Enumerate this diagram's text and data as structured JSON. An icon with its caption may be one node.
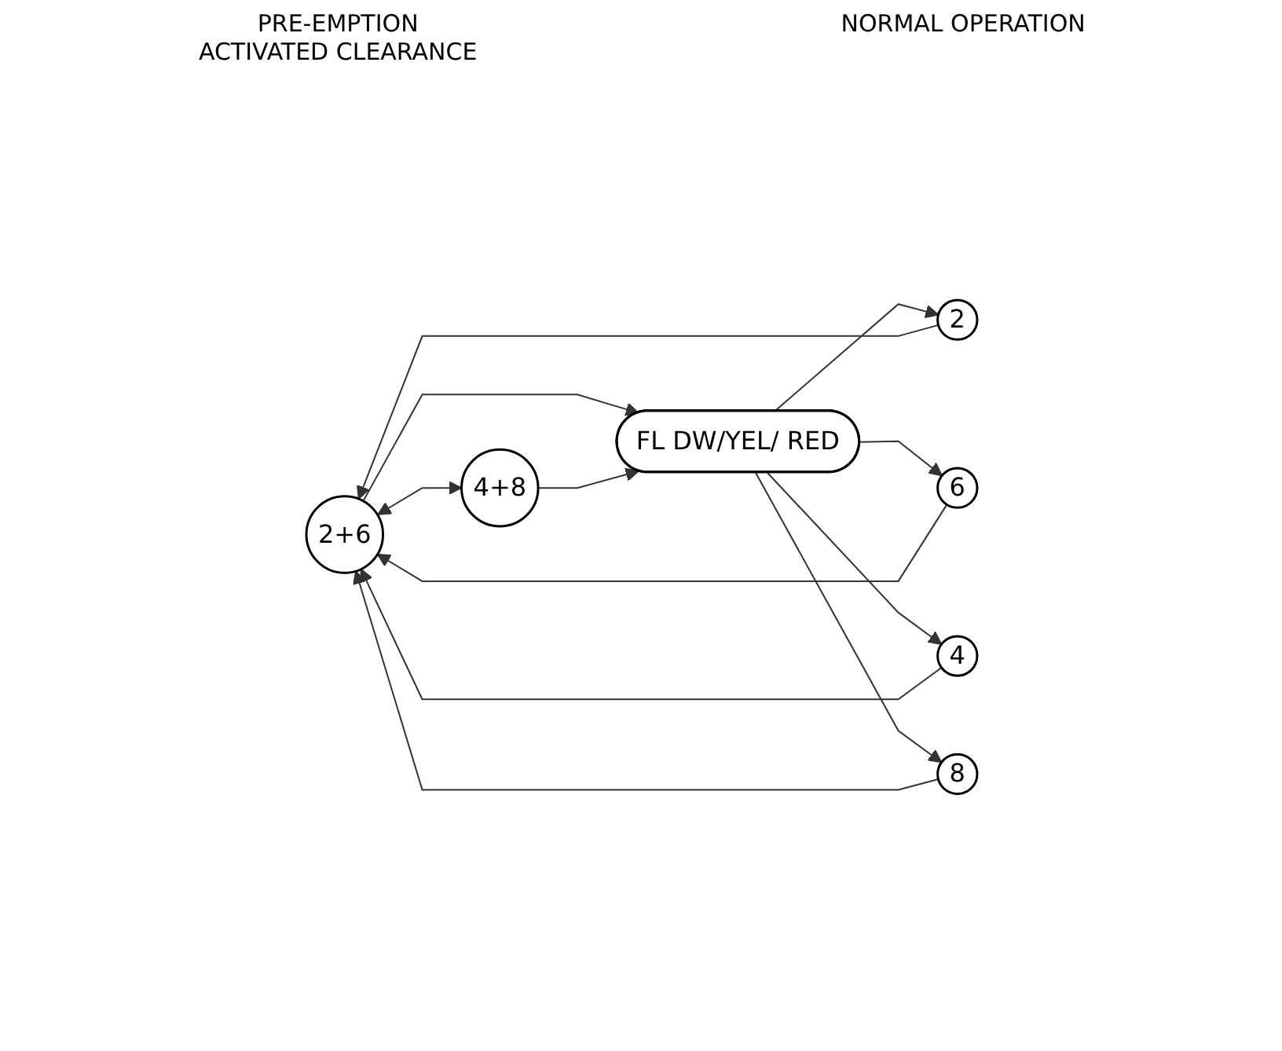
{
  "diagram": {
    "nodes": [
      {
        "text": [
          "2+6"
        ]
      },
      {
        "text": [
          "4+8"
        ]
      },
      {
        "text": [
          "FL DW/YEL/ RED"
        ]
      },
      {
        "text": [
          "2"
        ]
      },
      {
        "text": [
          "6"
        ]
      },
      {
        "text": [
          "4"
        ]
      },
      {
        "text": [
          "8"
        ]
      }
    ],
    "edges": [
      {
        "from": 0,
        "to": 2,
        "arrow": "to"
      },
      {
        "from": 1,
        "to": 2,
        "arrow": "to"
      },
      {
        "from": 0,
        "to": 1,
        "arrow": "both"
      },
      {
        "from": 2,
        "to": 3,
        "arrow": "to"
      },
      {
        "from": 2,
        "to": 4,
        "arrow": "to"
      },
      {
        "from": 2,
        "to": 5,
        "arrow": "to"
      },
      {
        "from": 2,
        "to": 6,
        "arrow": "to"
      },
      {
        "from": 3,
        "to": 0,
        "arrow": "to"
      },
      {
        "from": 4,
        "to": 0,
        "arrow": "to"
      },
      {
        "from": 5,
        "to": 0,
        "arrow": "to"
      },
      {
        "from": 6,
        "to": 0,
        "arrow": "to"
      }
    ],
    "labels": [
      "PRE-EMPTION ACTIVATED CLEARANCE",
      "NORMAL OPERATION"
    ]
  }
}
